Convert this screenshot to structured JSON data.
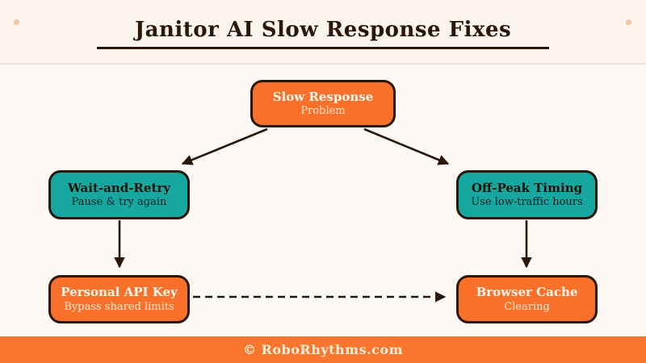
{
  "header": {
    "title": "Janitor AI Slow Response Fixes"
  },
  "diagram": {
    "nodes": {
      "problem": {
        "title": "Slow Response",
        "subtitle": "Problem",
        "color": "#F8702A"
      },
      "wait": {
        "title": "Wait-and-Retry",
        "subtitle": "Pause & try again",
        "color": "#16A7A1"
      },
      "offpeak": {
        "title": "Off-Peak Timing",
        "subtitle": "Use low-traffic hours",
        "color": "#16A7A1"
      },
      "api": {
        "title": "Personal API Key",
        "subtitle": "Bypass shared limits",
        "color": "#F8702A"
      },
      "cache": {
        "title": "Browser Cache",
        "subtitle": "Clearing",
        "color": "#F8702A"
      }
    },
    "edges": [
      {
        "from": "problem",
        "to": "wait",
        "style": "solid"
      },
      {
        "from": "problem",
        "to": "offpeak",
        "style": "solid"
      },
      {
        "from": "wait",
        "to": "api",
        "style": "solid"
      },
      {
        "from": "offpeak",
        "to": "cache",
        "style": "solid"
      },
      {
        "from": "api",
        "to": "cache",
        "style": "dashed"
      }
    ]
  },
  "footer": {
    "copyright": "© RoboRhythms.com"
  },
  "colors": {
    "orange": "#F8702A",
    "teal": "#16A7A1",
    "line": "#2B1708",
    "background": "#FEF9F4",
    "dot": "#EFC9A6"
  }
}
